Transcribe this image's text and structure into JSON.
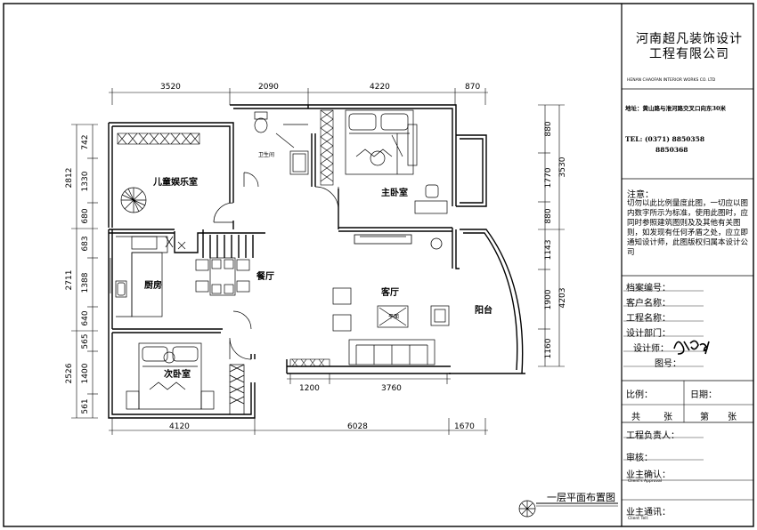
{
  "title_block": {
    "company_line1": "河南超凡装饰设计",
    "company_line2": "工程有限公司",
    "company_en": "HENAN CHAOFAN INTERIOR WORKS CO. LTD",
    "address": "地址：黄山路与淮河路交叉口向东30米",
    "tel_line1": "TEL: (0371) 8850358",
    "tel_line2": "8850368",
    "notes_title": "注意：",
    "notes_text": "切勿以此比例量度此图，一切应以图内数字所示为标准，使用此图时，应同时参照建筑图则及及其他有关图则，如发现有任何矛盾之处，应立即通知设计师，此图版权归属本设计公司",
    "archive_no": "档案编号：",
    "client": "客户名称：",
    "project": "工程名称：",
    "design_dept": "设计部门：",
    "designer": "设计师：",
    "drawing_no": "图号：",
    "scale": "比例：",
    "date": "日期：",
    "total": "共",
    "sheet_unit": "张",
    "sheet_no": "第",
    "sheet_unit2": "张",
    "manager": "工程负责人：",
    "review": "审核：",
    "owner_confirm": "业主确认：",
    "owner_confirm_en": "Client's Approval",
    "owner_notice": "业主通讯：",
    "owner_notice_en": "Client Tell:"
  },
  "plan": {
    "title": "一层平面布置图",
    "rooms": {
      "kids": "儿童娱乐室",
      "bath": "卫生间",
      "master": "主卧室",
      "kitchen": "厨房",
      "dining": "餐厅",
      "living": "客厅",
      "balcony": "阳台",
      "second": "次卧室"
    },
    "dims_top": [
      "3520",
      "2090",
      "4220",
      "870"
    ],
    "dims_bottom": [
      "4120",
      "6028",
      "1670"
    ],
    "dims_mid_bottom": [
      "1200",
      "3760"
    ],
    "dims_left": [
      "742",
      "1330",
      "2812",
      "680",
      "683",
      "1388",
      "2711",
      "640",
      "565",
      "1400",
      "2526",
      "561"
    ],
    "dims_right": [
      "880",
      "1770",
      "3530",
      "880",
      "1143",
      "1900",
      "4203",
      "1160"
    ],
    "fixture_label": "平面"
  }
}
